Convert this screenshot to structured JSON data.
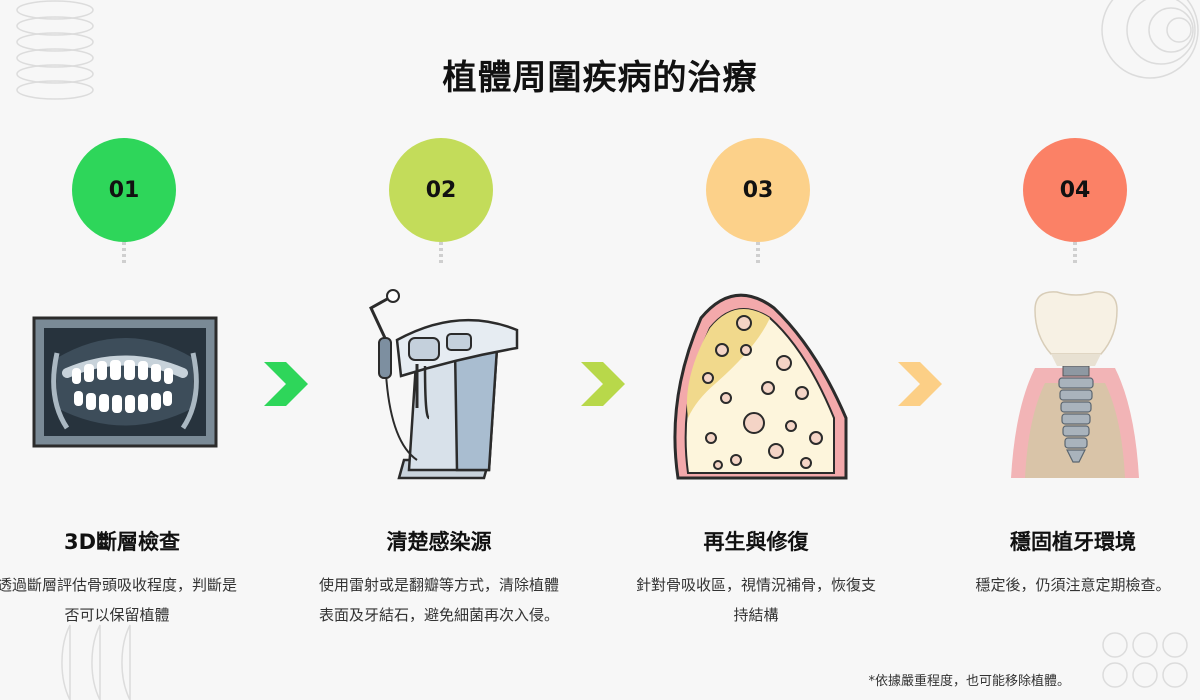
{
  "title": "植體周圍疾病的治療",
  "steps": [
    {
      "number": "01",
      "title": "3D斷層檢查",
      "desc": "透過斷層評估骨頭吸收程度，判斷是否可以保留植體",
      "color": "#2ed65a",
      "icon": "xray-icon"
    },
    {
      "number": "02",
      "title": "清楚感染源",
      "desc": "使用雷射或是翻瓣等方式，清除植體表面及牙結石，避免細菌再次入侵。",
      "color": "#c3dc5a",
      "icon": "dental-unit-icon"
    },
    {
      "number": "03",
      "title": "再生與修復",
      "desc": "針對骨吸收區，視情況補骨，恢復支持結構",
      "color": "#fcd18a",
      "icon": "bone-icon"
    },
    {
      "number": "04",
      "title": "穩固植牙環境",
      "desc": "穩定後，仍須注意定期檢查。",
      "color": "#fb8166",
      "icon": "implant-icon"
    }
  ],
  "arrow_colors": [
    "#2ed65a",
    "#b8d84a",
    "#fccf86"
  ],
  "footnote": "*依據嚴重程度，也可能移除植體。"
}
